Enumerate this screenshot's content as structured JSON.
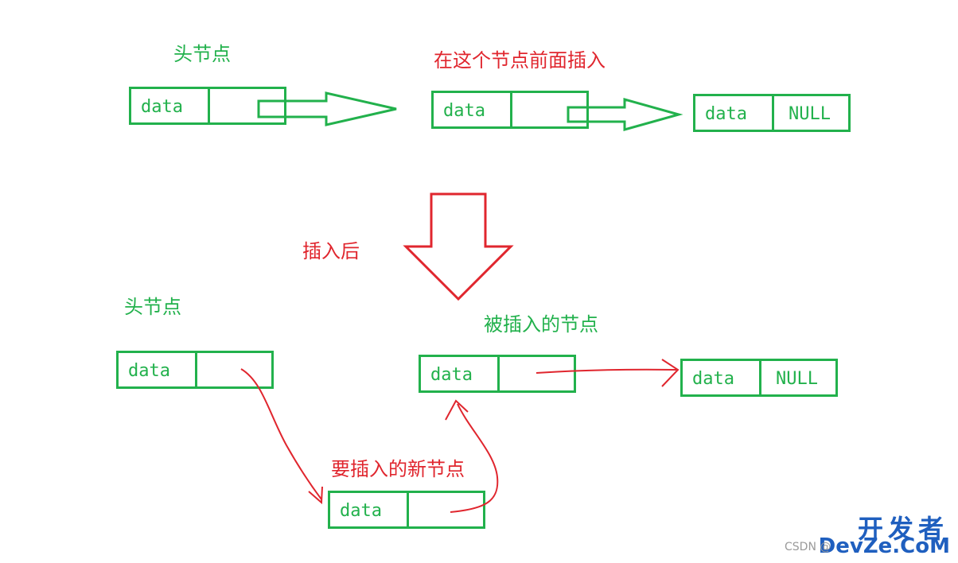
{
  "top": {
    "head_label": "头节点",
    "target_label": "在这个节点前面插入",
    "node1": {
      "data": "data",
      "next": ""
    },
    "node2": {
      "data": "data",
      "next": ""
    },
    "node3": {
      "data": "data",
      "next": "NULL"
    }
  },
  "middle": {
    "after_label": "插入后"
  },
  "bottom": {
    "head_label": "头节点",
    "inserted_before_label": "被插入的节点",
    "new_node_label": "要插入的新节点",
    "node_head": {
      "data": "data",
      "next": ""
    },
    "node_target": {
      "data": "data",
      "next": ""
    },
    "node_null": {
      "data": "data",
      "next": "NULL"
    },
    "node_new": {
      "data": "data",
      "next": ""
    }
  },
  "watermark": {
    "brand_cn": "开发者",
    "brand_en": "DevZe.CoM",
    "csdn": "CSDN @"
  },
  "colors": {
    "green": "#22b14c",
    "red": "#e0262e",
    "brand_blue": "#1f5fbf"
  }
}
